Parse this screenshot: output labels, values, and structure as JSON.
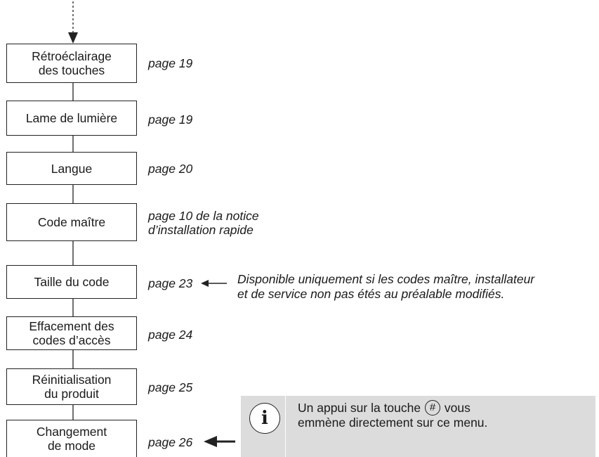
{
  "menu_items": [
    {
      "label": "Rétroéclairage\ndes touches",
      "page": "page 19"
    },
    {
      "label": "Lame de lumière",
      "page": "page 19"
    },
    {
      "label": "Langue",
      "page": "page 20"
    },
    {
      "label": "Code maître",
      "page": "page 10 de la notice\nd’installation rapide"
    },
    {
      "label": "Taille du code",
      "page": "page 23"
    },
    {
      "label": "Effacement des\ncodes d’accès",
      "page": "page 24"
    },
    {
      "label": "Réinitialisation\ndu produit",
      "page": "page 25"
    },
    {
      "label": "Changement\nde mode",
      "page": "page 26"
    }
  ],
  "note": "Disponible uniquement si les codes maître, installateur\net de service non pas étés au préalable modifiés.",
  "info": {
    "icon": "info-icon",
    "icon_glyph": "i",
    "text_before": "Un appui sur la touche",
    "key_symbol": "#",
    "text_after": "vous",
    "text_line2": "emmène directement sur ce menu."
  }
}
